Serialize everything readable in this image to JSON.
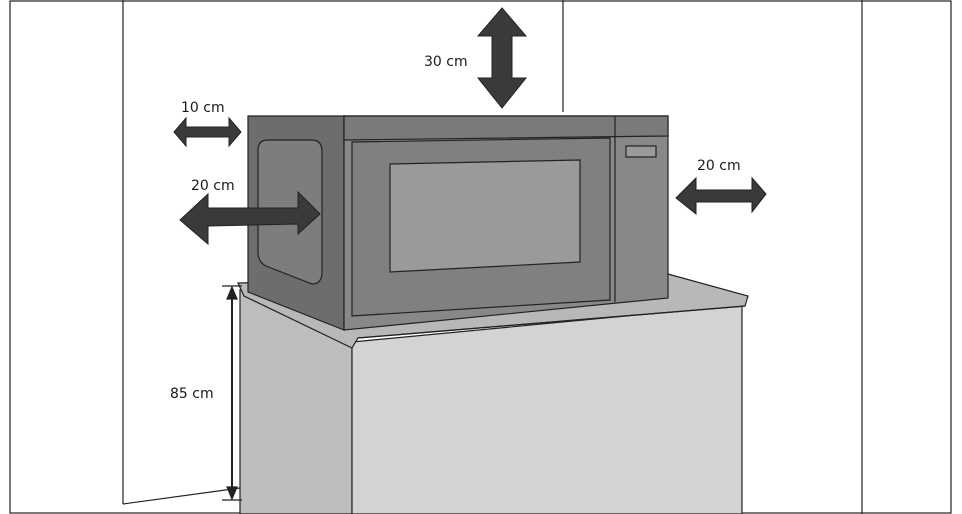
{
  "labels": {
    "top": "30 cm",
    "left_rear": "10 cm",
    "left_front": "20 cm",
    "right": "20 cm",
    "height": "85 cm"
  },
  "colors": {
    "wall": "#ffffff",
    "line": "#222222",
    "arrow": "#3a3a3a",
    "oven_body": "#6d6d6d",
    "oven_front": "#888888",
    "oven_window": "#9a9a9a",
    "counter_top": "#b8b8b8",
    "cabinet_front": "#d3d3d3",
    "cabinet_side": "#bdbdbd"
  }
}
